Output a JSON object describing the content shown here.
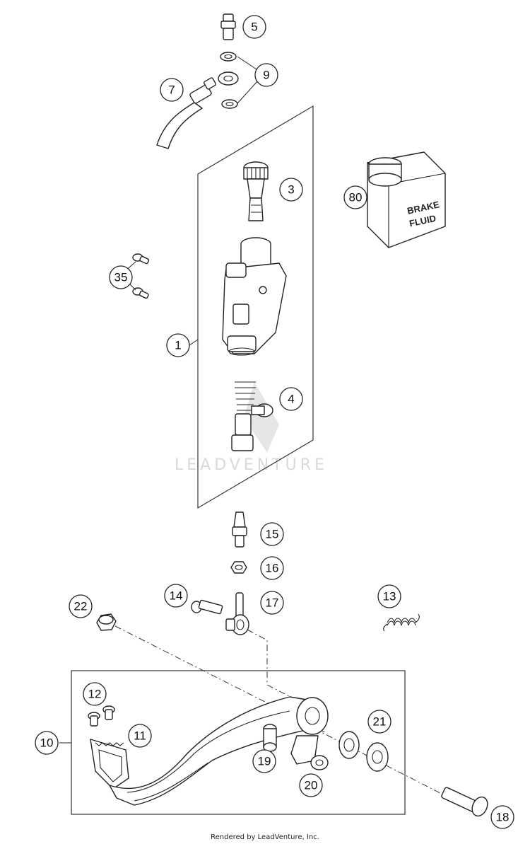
{
  "watermark_text": "LEADVENTURE",
  "footer_text": "Rendered by LeadVenture, Inc.",
  "bottle_label_line1": "BRAKE",
  "bottle_label_line2": "FLUID",
  "callouts": [
    {
      "id": "5",
      "label": "5"
    },
    {
      "id": "9",
      "label": "9"
    },
    {
      "id": "7",
      "label": "7"
    },
    {
      "id": "3",
      "label": "3"
    },
    {
      "id": "80",
      "label": "80"
    },
    {
      "id": "35",
      "label": "35"
    },
    {
      "id": "1",
      "label": "1"
    },
    {
      "id": "4",
      "label": "4"
    },
    {
      "id": "15",
      "label": "15"
    },
    {
      "id": "16",
      "label": "16"
    },
    {
      "id": "14",
      "label": "14"
    },
    {
      "id": "17",
      "label": "17"
    },
    {
      "id": "13",
      "label": "13"
    },
    {
      "id": "22",
      "label": "22"
    },
    {
      "id": "12",
      "label": "12"
    },
    {
      "id": "11",
      "label": "11"
    },
    {
      "id": "10",
      "label": "10"
    },
    {
      "id": "21",
      "label": "21"
    },
    {
      "id": "19",
      "label": "19"
    },
    {
      "id": "20",
      "label": "20"
    },
    {
      "id": "18",
      "label": "18"
    }
  ]
}
